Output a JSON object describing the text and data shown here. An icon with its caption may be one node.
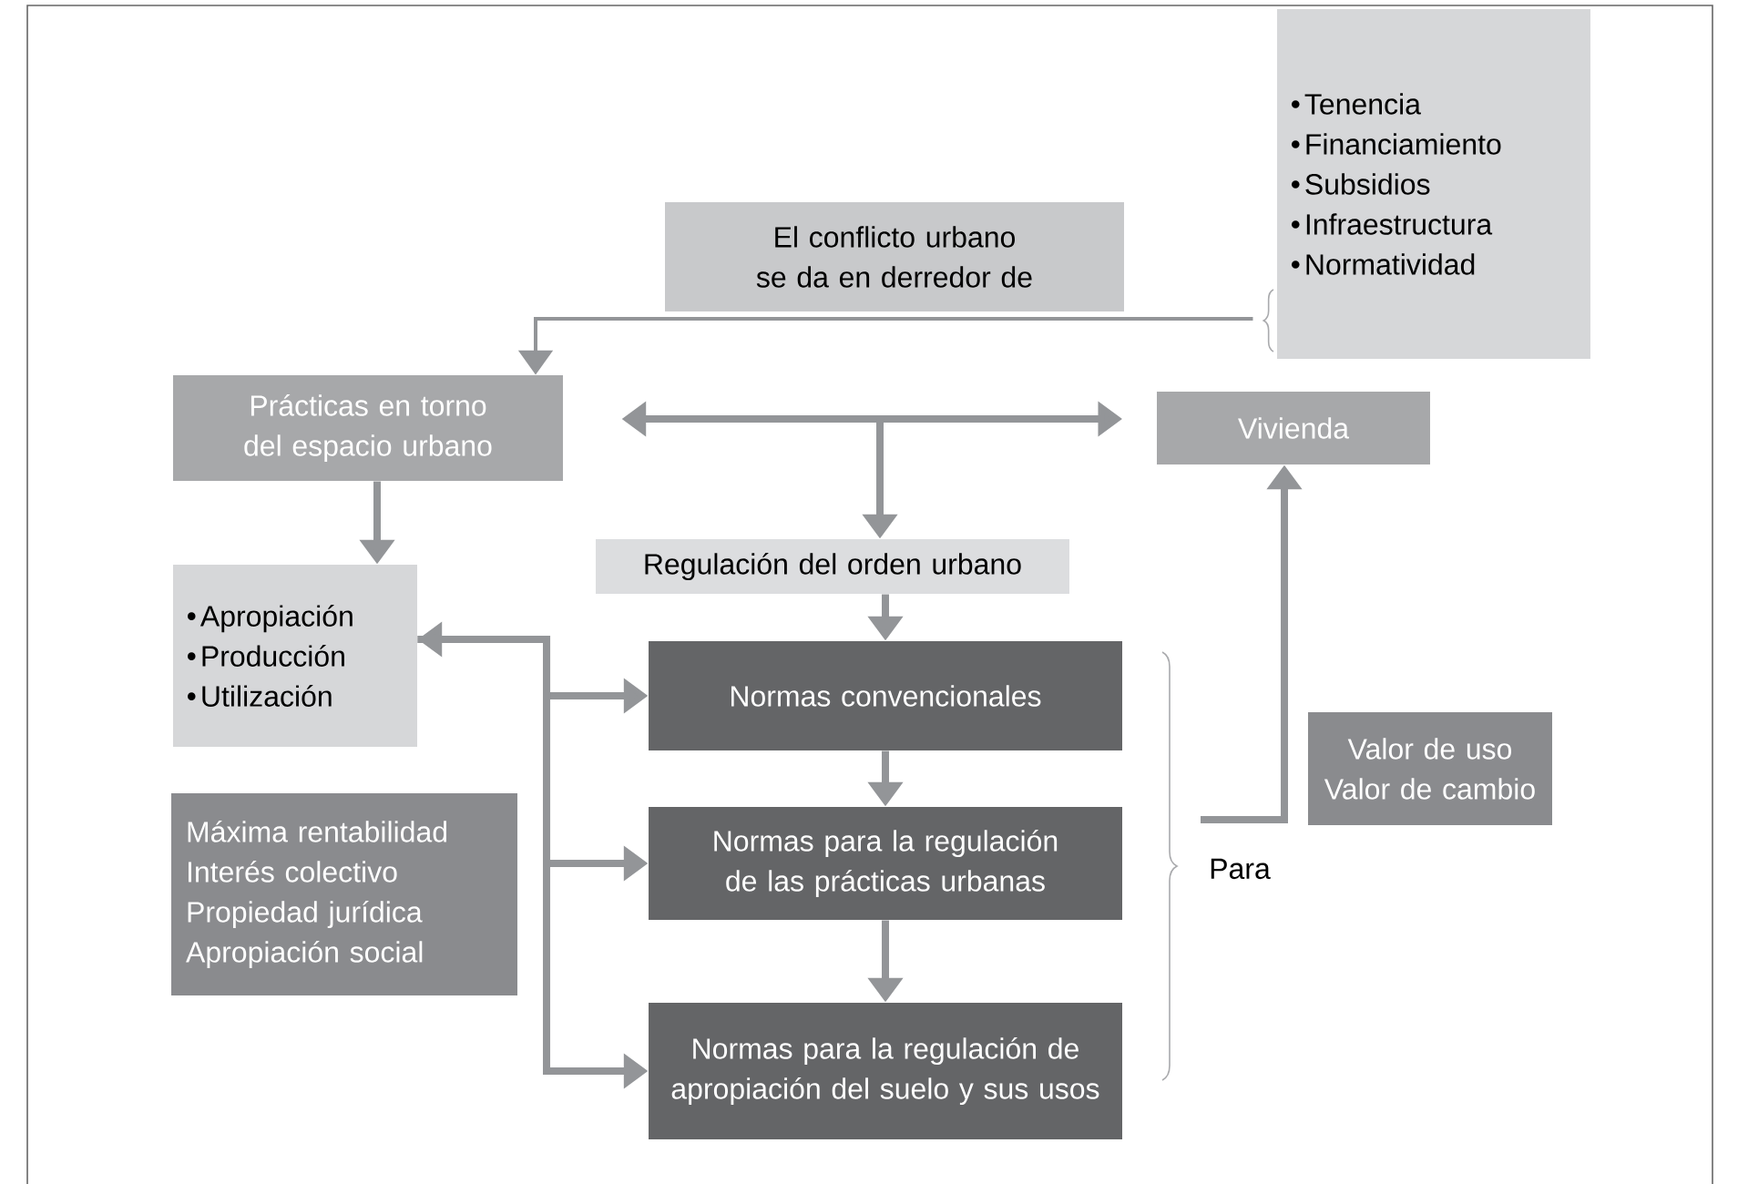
{
  "diagram": {
    "nodes": [
      {
        "text": [
          "Tenencia",
          "Financiamiento",
          "Subsidios",
          "Infraestructura",
          "Normatividad"
        ]
      },
      {
        "text": [
          "El conflicto urbano se da en derredor de"
        ]
      },
      {
        "text": [
          "Prácticas en torno del espacio urbano"
        ]
      },
      {
        "text": [
          "Vivienda"
        ]
      },
      {
        "text": [
          "Regulación del orden urbano"
        ]
      },
      {
        "text": [
          "Apropiación",
          "Producción",
          "Utilización"
        ]
      },
      {
        "text": [
          "Máxima rentabilidad",
          "Interés colectivo",
          "Propiedad jurídica",
          "Apropiación social"
        ]
      },
      {
        "text": [
          "Normas convencionales"
        ]
      },
      {
        "text": [
          "Normas para la regulación de las prácticas urbanas"
        ]
      },
      {
        "text": [
          "Normas para la regulación de apropiación del suelo y sus usos"
        ]
      },
      {
        "text": [
          "Valor de uso",
          "Valor de cambio"
        ]
      }
    ],
    "edges": [
      {
        "from": 0,
        "to": 2,
        "arrow": "to"
      },
      {
        "from": 2,
        "to": 3,
        "arrow": "both"
      },
      {
        "from": null,
        "to": 4,
        "arrow": "to"
      },
      {
        "from": 2,
        "to": 5,
        "arrow": "to"
      },
      {
        "from": 4,
        "to": 7,
        "arrow": "to"
      },
      {
        "from": 7,
        "to": 8,
        "arrow": "to"
      },
      {
        "from": 8,
        "to": 9,
        "arrow": "to"
      },
      {
        "from": 5,
        "to": 7,
        "arrow": "both"
      },
      {
        "from": 5,
        "to": 8,
        "arrow": "to"
      },
      {
        "from": 5,
        "to": 9,
        "arrow": "to"
      },
      {
        "from": null,
        "to": 3,
        "arrow": "to"
      }
    ],
    "labels": [
      "Para"
    ]
  }
}
